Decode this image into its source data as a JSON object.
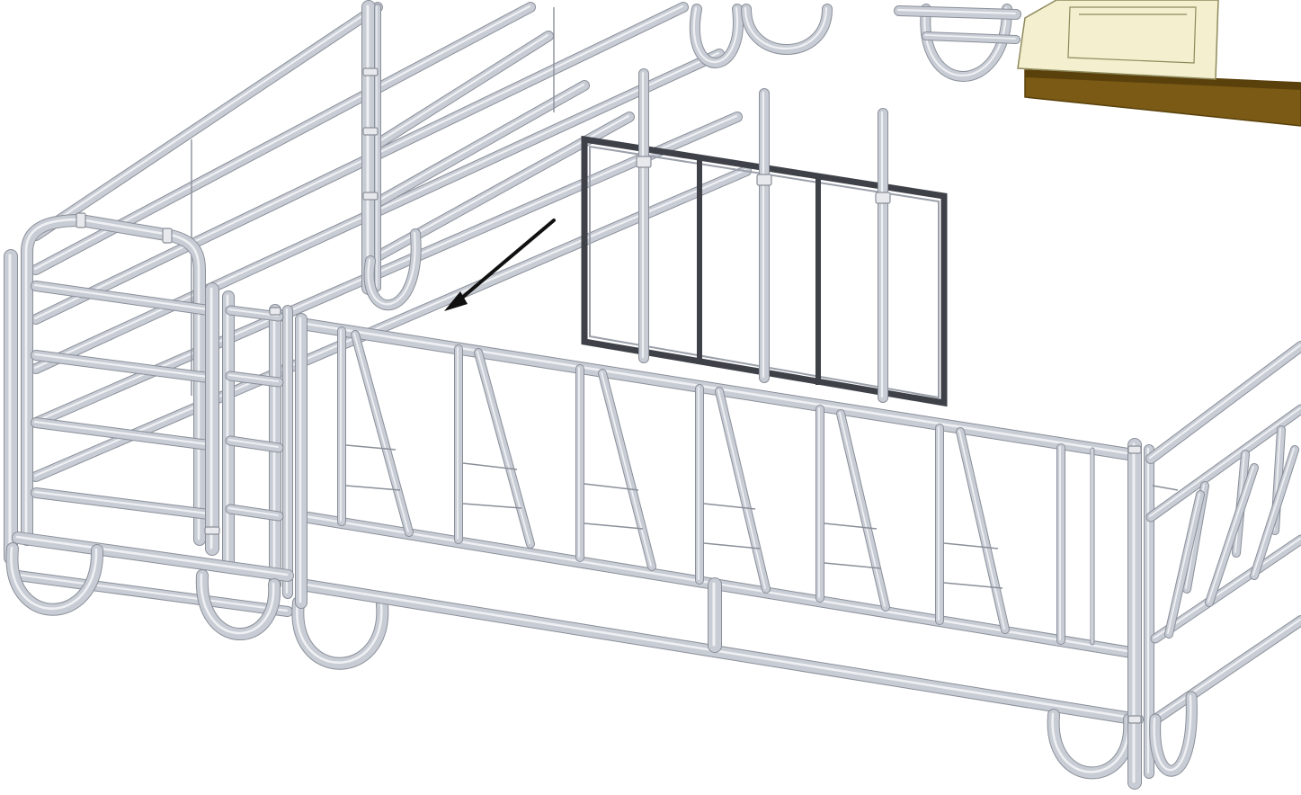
{
  "diagram": {
    "description": "",
    "colors": {
      "tube_fill": "#c8ccd4",
      "tube_outline": "#8a8f99",
      "tube_highlight": "#eef0f3",
      "bracket_fill": "#e8e9ec",
      "dark_frame": "#3e4148",
      "dark_frame_light": "#9aa0aa",
      "feeder_body": "#f3efcf",
      "feeder_outline": "#8f8a5c",
      "feeder_base": "#7a5a14",
      "feeder_base_dark": "#5a410c",
      "arrow": "#111111",
      "background": "#ffffff"
    },
    "components": [
      {
        "id": "back-rail-panel",
        "kind": "pen-panel"
      },
      {
        "id": "left-corner-gate",
        "kind": "hinged-gate"
      },
      {
        "id": "front-feed-barrier",
        "kind": "feed-barrier"
      },
      {
        "id": "right-side-barrier",
        "kind": "feed-barrier"
      },
      {
        "id": "loose-feed-frame",
        "kind": "feed-frame-insert"
      },
      {
        "id": "feeder-box",
        "kind": "feeder"
      },
      {
        "id": "install-arrow",
        "kind": "direction-arrow"
      }
    ]
  }
}
